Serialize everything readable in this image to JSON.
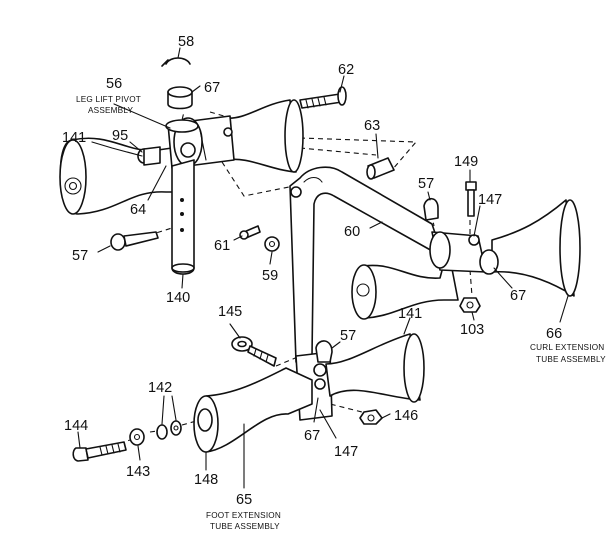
{
  "diagram": {
    "part_numbers": {
      "p58": "58",
      "p56": "56",
      "p67_top": "67",
      "p62": "62",
      "p141_left": "141",
      "p95": "95",
      "p64": "64",
      "p63": "63",
      "p149": "149",
      "p57_right": "57",
      "p147_right": "147",
      "p60": "60",
      "p57_left": "57",
      "p61": "61",
      "p59": "59",
      "p140": "140",
      "p67_right": "67",
      "p141_mid": "141",
      "p103": "103",
      "p66": "66",
      "p145": "145",
      "p57_mid": "57",
      "p142": "142",
      "p144": "144",
      "p143": "143",
      "p148": "148",
      "p65": "65",
      "p67_bottom": "67",
      "p147_bottom": "147",
      "p146": "146"
    },
    "captions": {
      "leg_lift_1": "LEG LIFT PIVOT",
      "leg_lift_2": "ASSEMBLY",
      "curl_1": "CURL EXTENSION",
      "curl_2": "TUBE ASSEMBLY",
      "foot_1": "FOOT EXTENSION",
      "foot_2": "TUBE ASSEMBLY"
    }
  }
}
